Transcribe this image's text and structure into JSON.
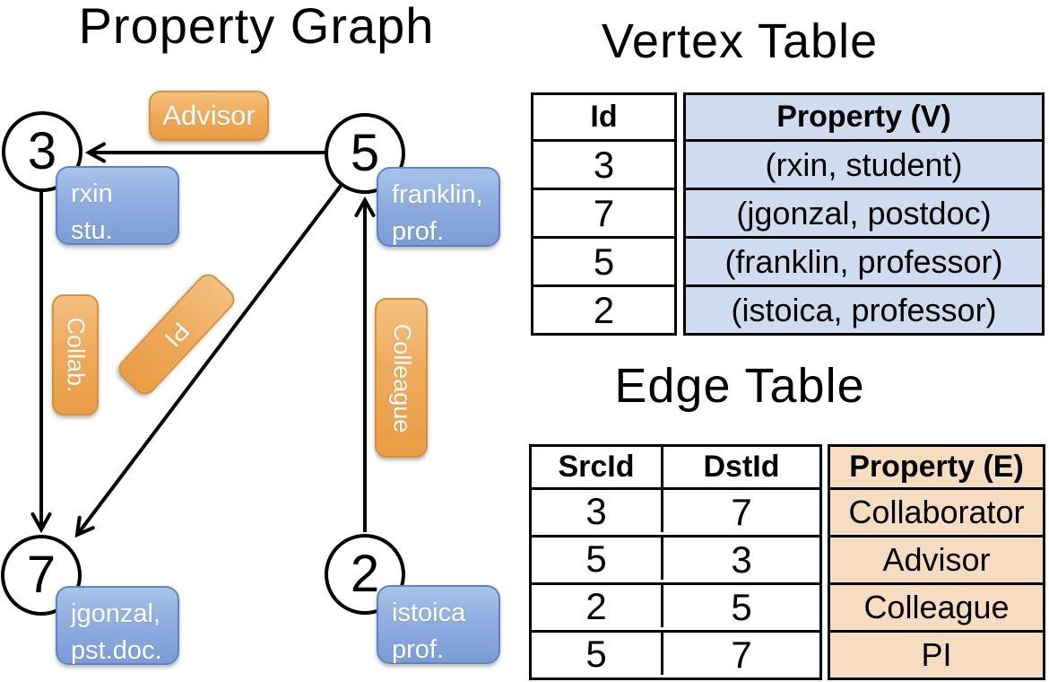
{
  "graph": {
    "title": "Property Graph",
    "vertices": [
      {
        "id": "3",
        "label_line1": "rxin",
        "label_line2": "stu."
      },
      {
        "id": "5",
        "label_line1": "franklin,",
        "label_line2": "prof."
      },
      {
        "id": "7",
        "label_line1": "jgonzal,",
        "label_line2": "pst.doc."
      },
      {
        "id": "2",
        "label_line1": "istoica",
        "label_line2": "prof."
      }
    ],
    "edge_labels": {
      "advisor": "Advisor",
      "collab": "Collab.",
      "pi": "PI",
      "colleague": "Colleague"
    }
  },
  "vertex_table": {
    "title": "Vertex Table",
    "columns": {
      "id": "Id",
      "property": "Property (V)"
    },
    "rows": [
      {
        "id": "3",
        "property": "(rxin, student)"
      },
      {
        "id": "7",
        "property": "(jgonzal, postdoc)"
      },
      {
        "id": "5",
        "property": "(franklin, professor)"
      },
      {
        "id": "2",
        "property": "(istoica, professor)"
      }
    ]
  },
  "edge_table": {
    "title": "Edge Table",
    "columns": {
      "src": "SrcId",
      "dst": "DstId",
      "property": "Property (E)"
    },
    "rows": [
      {
        "src": "3",
        "dst": "7",
        "property": "Collaborator"
      },
      {
        "src": "5",
        "dst": "3",
        "property": "Advisor"
      },
      {
        "src": "2",
        "dst": "5",
        "property": "Colleague"
      },
      {
        "src": "5",
        "dst": "7",
        "property": "PI"
      }
    ]
  },
  "colors": {
    "edge_label_orange": "#eda95a",
    "vertex_label_blue": "#8aa9de",
    "vertex_table_fill": "#cfdcf0",
    "edge_table_fill": "#f6dcc1",
    "line_black": "#000000"
  }
}
